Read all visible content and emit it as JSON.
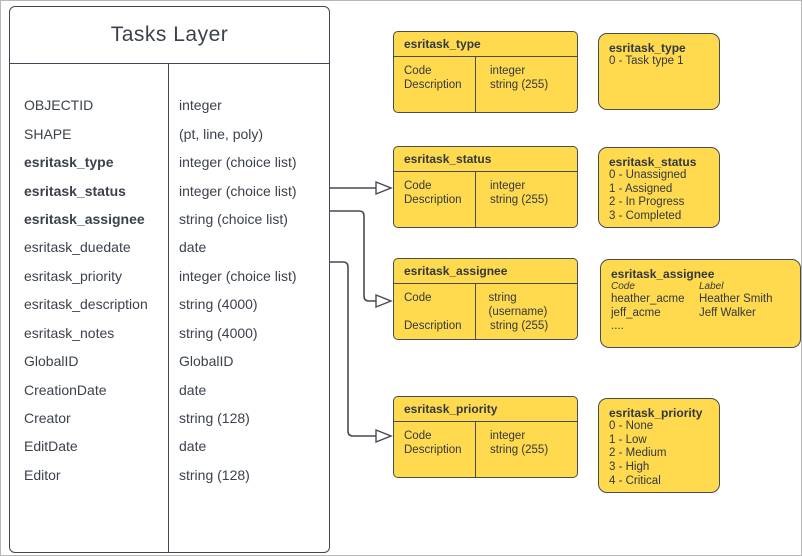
{
  "diagram": {
    "tasks_layer": {
      "title": "Tasks Layer",
      "fields": [
        {
          "name": "OBJECTID",
          "type": "integer",
          "bold": false
        },
        {
          "name": "SHAPE",
          "type": "(pt, line, poly)",
          "bold": false
        },
        {
          "name": "esritask_type",
          "type": "integer (choice list)",
          "bold": true
        },
        {
          "name": "esritask_status",
          "type": "integer (choice list)",
          "bold": true
        },
        {
          "name": "esritask_assignee",
          "type": "string (choice list)",
          "bold": true
        },
        {
          "name": "esritask_duedate",
          "type": "date",
          "bold": false
        },
        {
          "name": "esritask_priority",
          "type": "integer (choice list)",
          "bold": false
        },
        {
          "name": "esritask_description",
          "type": "string (4000)",
          "bold": false
        },
        {
          "name": "esritask_notes",
          "type": "string (4000)",
          "bold": false
        },
        {
          "name": "GlobalID",
          "type": "GlobalID",
          "bold": false
        },
        {
          "name": "CreationDate",
          "type": "date",
          "bold": false
        },
        {
          "name": "Creator",
          "type": "string (128)",
          "bold": false
        },
        {
          "name": "EditDate",
          "type": "date",
          "bold": false
        },
        {
          "name": "Editor",
          "type": "string (128)",
          "bold": false
        }
      ]
    },
    "domain_tables": [
      {
        "title": "esritask_type",
        "rows": [
          [
            "Code",
            "integer"
          ],
          [
            "Description",
            "string (255)"
          ]
        ]
      },
      {
        "title": "esritask_status",
        "rows": [
          [
            "Code",
            "integer"
          ],
          [
            "Description",
            "string (255)"
          ]
        ]
      },
      {
        "title": "esritask_assignee",
        "rows": [
          [
            "Code",
            "string (username)"
          ],
          [
            "Description",
            "string (255)"
          ]
        ]
      },
      {
        "title": "esritask_priority",
        "rows": [
          [
            "Code",
            "integer"
          ],
          [
            "Description",
            "string (255)"
          ]
        ]
      }
    ],
    "value_lists": [
      {
        "title": "esritask_type",
        "items": [
          "0 - Task type 1"
        ]
      },
      {
        "title": "esritask_status",
        "items": [
          "0 - Unassigned",
          "1 - Assigned",
          "2 - In Progress",
          "3 - Completed"
        ]
      },
      {
        "title": "esritask_assignee",
        "columns": [
          "Code",
          "Label"
        ],
        "rows": [
          [
            "heather_acme",
            "Heather Smith"
          ],
          [
            "jeff_acme",
            "Jeff Walker"
          ]
        ],
        "ellipsis": "...."
      },
      {
        "title": "esritask_priority",
        "items": [
          "0 - None",
          "1 - Low",
          "2 - Medium",
          "3 - High",
          "4 - Critical"
        ]
      }
    ],
    "connections": [
      {
        "from_field": "esritask_status",
        "to_table": "esritask_status"
      },
      {
        "from_field": "esritask_assignee",
        "to_table": "esritask_assignee"
      },
      {
        "from_field": "esritask_priority",
        "to_table": "esritask_priority"
      }
    ],
    "colors": {
      "shape_fill_yellow": "#FFD94E",
      "stroke_dark": "#474C53",
      "text_dark": "#3B424C",
      "frame_gray": "#B7B7B7"
    }
  }
}
